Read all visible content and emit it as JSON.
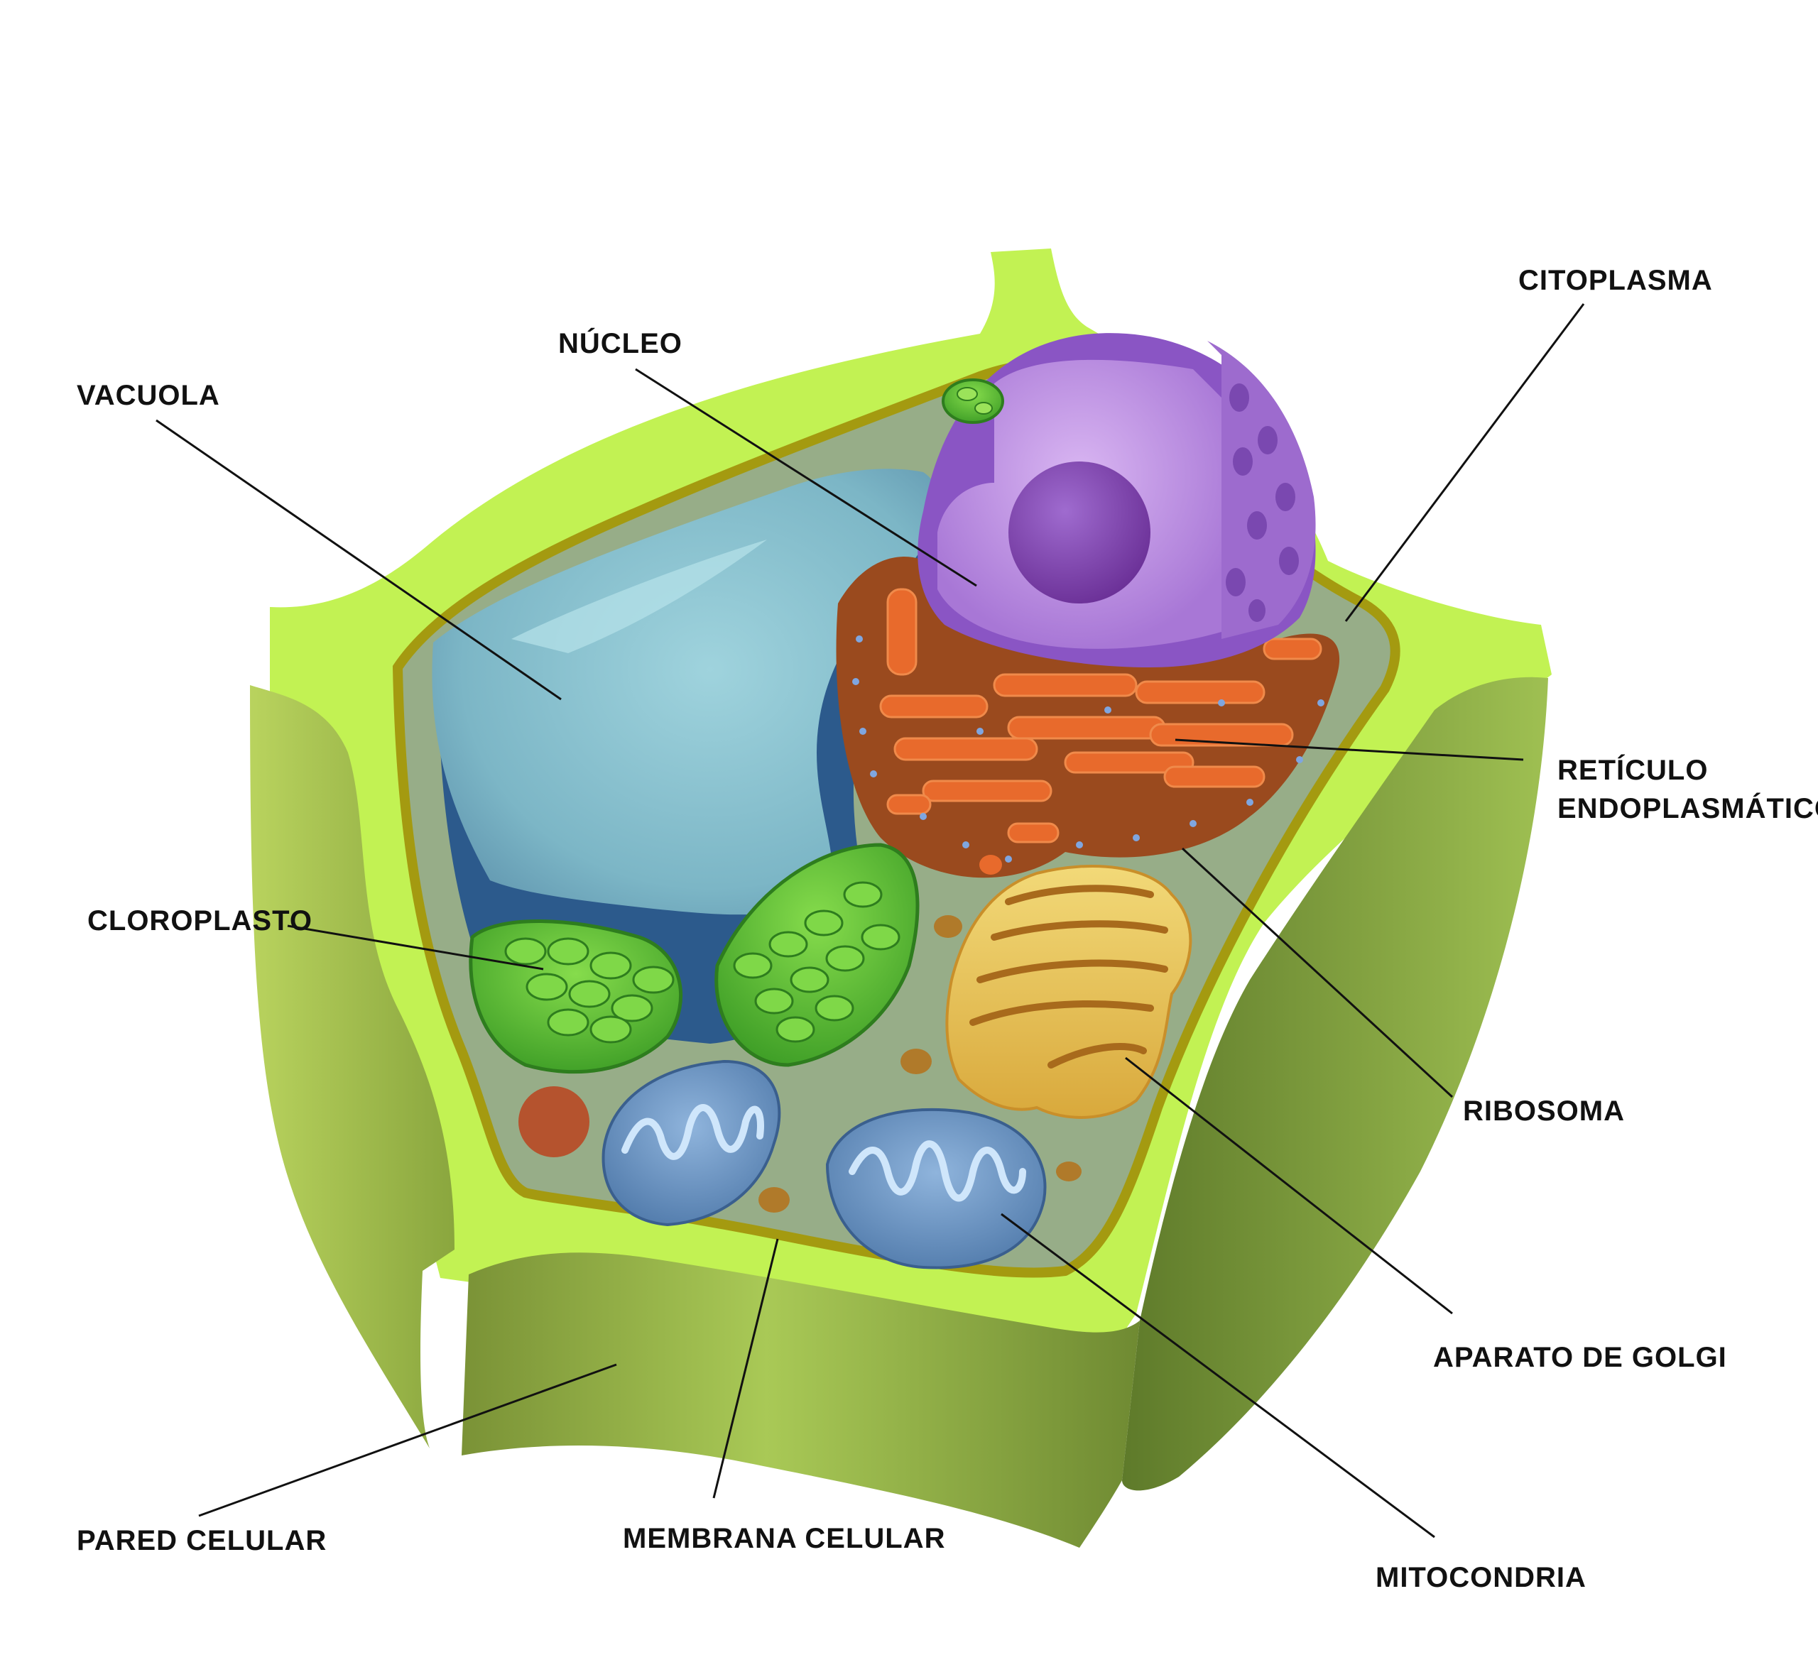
{
  "labels": {
    "vacuola": "VACUOLA",
    "nucleo": "NÚCLEO",
    "citoplasma": "CITOPLASMA",
    "reticulo_1": "RETÍCULO",
    "reticulo_2": "ENDOPLASMÁTICO",
    "cloroplasto": "CLOROPLASTO",
    "ribosoma": "RIBOSOMA",
    "golgi": "APARATO DE GOLGI",
    "pared": "PARED CELULAR",
    "membrana": "MEMBRANA CELULAR",
    "mitocondria": "MITOCONDRIA"
  },
  "colors": {
    "cell_wall_light": "#c2f253",
    "cell_wall_dark": "#7e9a3a",
    "membrane": "#a49a10",
    "cytoplasm": "#97ad88",
    "vacuole": "#86c3d0",
    "vacuole_dark": "#2c5a8c",
    "nucleus": "#b886e0",
    "nucleus_envelope": "#8a55c4",
    "nucleolus": "#7a3fa6",
    "er_dark": "#9a4a1e",
    "er_light": "#e86a2c",
    "golgi": "#e6c25a",
    "chloroplast": "#5fc235",
    "mitochondria": "#6a93c4"
  }
}
